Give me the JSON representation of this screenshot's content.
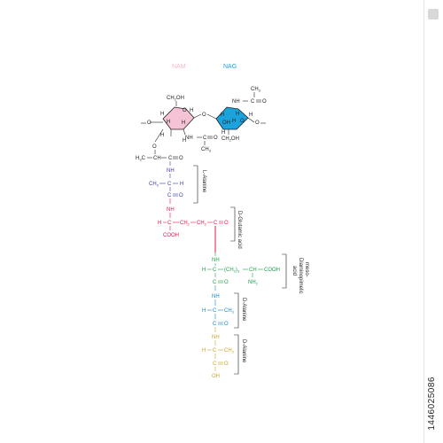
{
  "labels": {
    "nam": "NAM",
    "nag": "NAG",
    "l_alanine": "L-Alanine",
    "d_glutamic": "D-Glutamic acid",
    "meso_1": "meso-",
    "meso_2": "Diaminopimelic",
    "meso_3": "acid",
    "d_alanine_1": "D-Alanine",
    "d_alanine_2": "D-Alanine"
  },
  "atoms": {
    "ch2oh": "CH",
    "sub2": "2",
    "oh": "OH",
    "h": "H",
    "o": "O",
    "nh": "NH",
    "c_eq": "C",
    "ch3": "CH",
    "sub3": "3",
    "cooh": "COOH",
    "nh2": "NH",
    "ch": "CH",
    "c": "C",
    "eqO": "O",
    "h3c": "H",
    "h3c_c": "C"
  },
  "colors": {
    "nam_ring": "#f5c2d6",
    "nag_ring": "#1aa3dc",
    "nam_label": "#f4b8cd",
    "nag_label": "#1aa3dc",
    "sugar": "#231f20",
    "l_alanine": "#3b3da6",
    "d_glutamic": "#e8174a",
    "dap": "#1ba24a",
    "d_ala_1": "#1a86c8",
    "d_ala_2": "#c9a52a"
  },
  "stock_id": "1446025086"
}
